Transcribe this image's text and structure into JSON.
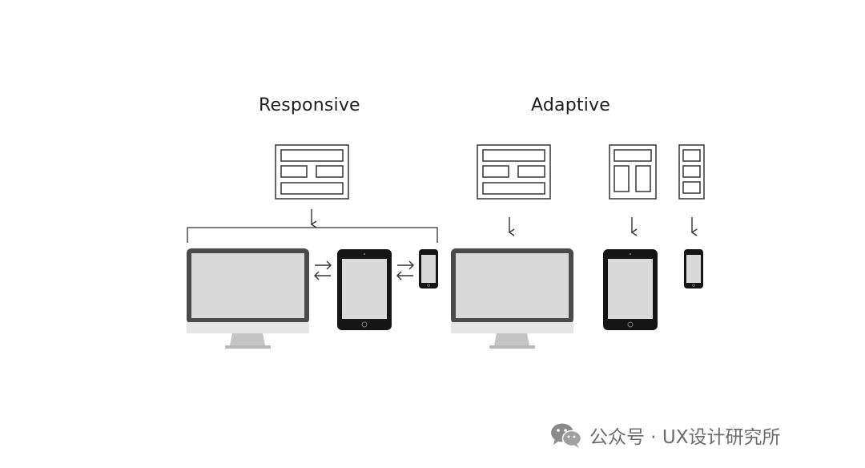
{
  "labels": {
    "responsive": "Responsive",
    "adaptive": "Adaptive"
  },
  "watermark": {
    "text": "公众号 · UX设计研究所",
    "icon": "wechat-icon"
  },
  "colors": {
    "stroke": "#333333",
    "screen": "#d9d9d9",
    "bezel": "#4a4a4a",
    "device_dark": "#151515",
    "stand": "#bdbdbd",
    "text": "#1e1e1e",
    "watermark": "#6b6b6b"
  }
}
